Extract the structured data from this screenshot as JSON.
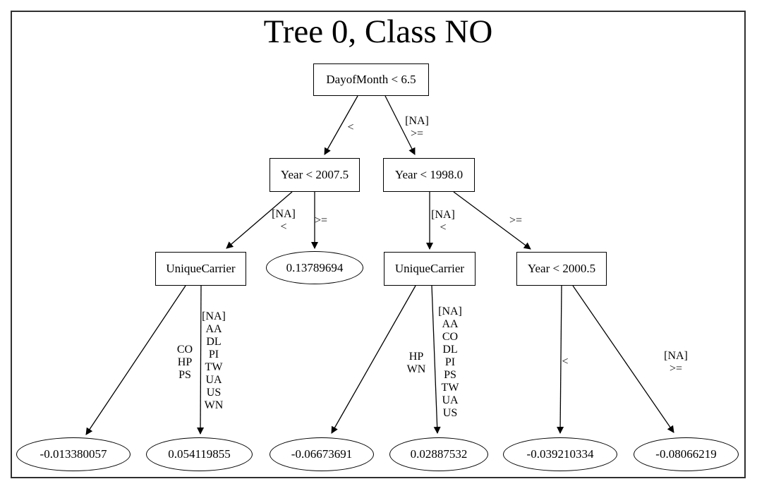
{
  "title": "Tree 0, Class NO",
  "nodes": {
    "root": "DayofMonth < 6.5",
    "year_left": "Year < 2007.5",
    "year_right": "Year < 1998.0",
    "carrier_left": "UniqueCarrier",
    "leaf_year_left_ge": "0.13789694",
    "carrier_mid": "UniqueCarrier",
    "year_2000": "Year < 2000.5",
    "leaf_carrier_left_lt": "-0.013380057",
    "leaf_carrier_left_ge": "0.054119855",
    "leaf_carrier_mid_lt": "-0.06673691",
    "leaf_carrier_mid_ge": "0.02887532",
    "leaf_year_2000_lt": "-0.039210334",
    "leaf_year_2000_ge": "-0.08066219"
  },
  "edge_labels": {
    "root_left": "<",
    "root_right": "[NA]\n>=",
    "year_left_left": "[NA]\n<",
    "year_left_right": ">=",
    "year_right_left": "[NA]\n<",
    "year_right_right": ">=",
    "carrier_left_left": "CO\nHP\nPS",
    "carrier_left_right": "[NA]\nAA\nDL\nPI\nTW\nUA\nUS\nWN",
    "carrier_mid_left": "HP\nWN",
    "carrier_mid_right": "[NA]\nAA\nCO\nDL\nPI\nPS\nTW\nUA\nUS",
    "year_2000_left": "<",
    "year_2000_right": "[NA]\n>="
  }
}
